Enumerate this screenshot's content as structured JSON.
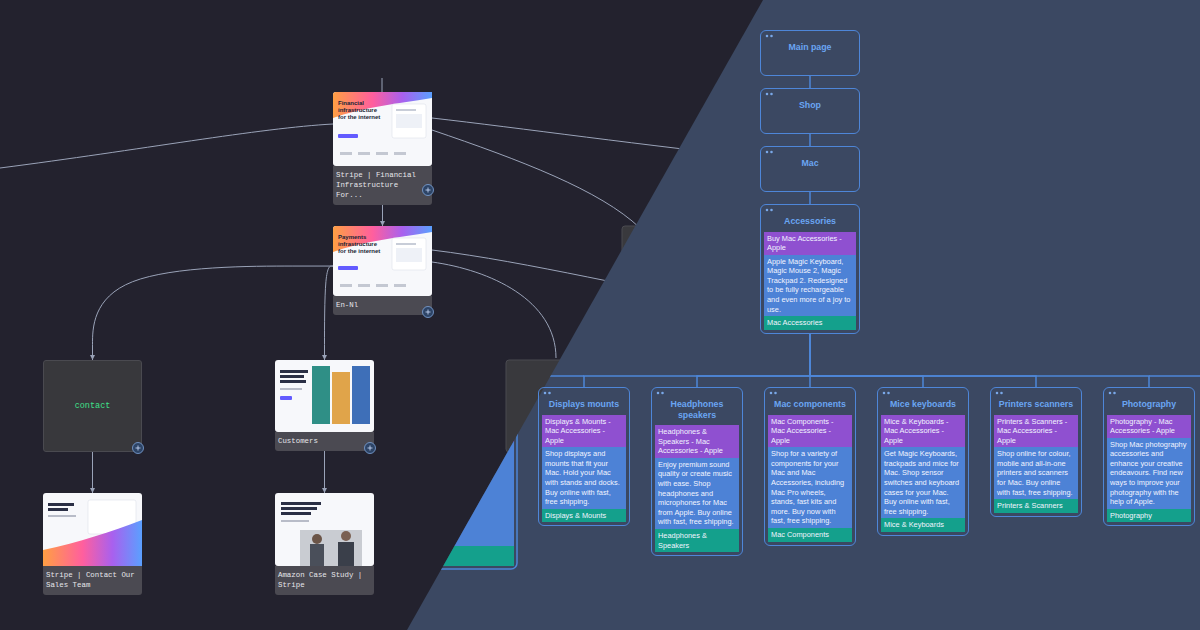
{
  "diagram": {
    "nodes": [
      {
        "text": [
          "Financial infrastructure for the internet",
          "Stripe | Financial Infrastructure For..."
        ]
      },
      {
        "text": [
          "Payments infrastructure for the internet",
          "En-Nl"
        ]
      },
      {
        "text": [
          "contact"
        ]
      },
      {
        "text": [
          "Customers"
        ]
      },
      {
        "text": [
          "Stripe | Contact Our Sales Team"
        ]
      },
      {
        "text": [
          "Amazon Case Study | Stripe"
        ]
      },
      {
        "text": [
          "Main page"
        ]
      },
      {
        "text": [
          "Shop"
        ]
      },
      {
        "text": [
          "Mac"
        ]
      },
      {
        "text": [
          "Accessories"
        ]
      },
      {
        "text": [
          "Buy Mac Accessories - Apple"
        ],
        "in": 9
      },
      {
        "text": [
          "Apple Magic Keyboard, Magic Mouse 2, Magic Trackpad 2. Redesigned to be fully rechargeable and even more of a joy to use."
        ],
        "in": 9
      },
      {
        "text": [
          "Mac Accessories"
        ],
        "in": 9
      },
      {
        "text": [
          "Displays mounts"
        ]
      },
      {
        "text": [
          "Displays & Mounts - Mac Accessories - Apple"
        ],
        "in": 13
      },
      {
        "text": [
          "Shop displays and mounts that fit your Mac. Hold your Mac with stands and docks. Buy online with fast, free shipping."
        ],
        "in": 13
      },
      {
        "text": [
          "Displays & Mounts"
        ],
        "in": 13
      },
      {
        "text": [
          "Headphones speakers"
        ]
      },
      {
        "text": [
          "Headphones & Speakers - Mac Accessories - Apple"
        ],
        "in": 17
      },
      {
        "text": [
          "Enjoy premium sound quality or create music with ease. Shop headphones and microphones for Mac from Apple. Buy online with fast, free shipping."
        ],
        "in": 17
      },
      {
        "text": [
          "Headphones & Speakers"
        ],
        "in": 17
      },
      {
        "text": [
          "Mac components"
        ]
      },
      {
        "text": [
          "Mac Components - Mac Accessories - Apple"
        ],
        "in": 21
      },
      {
        "text": [
          "Shop for a variety of components for your Mac and Mac Accessories, including Mac Pro wheels, stands, fast kits and more. Buy now with fast, free shipping."
        ],
        "in": 21
      },
      {
        "text": [
          "Mac Components"
        ],
        "in": 21
      },
      {
        "text": [
          "Mice keyboards"
        ]
      },
      {
        "text": [
          "Mice & Keyboards - Mac Accessories - Apple"
        ],
        "in": 25
      },
      {
        "text": [
          "Get Magic Keyboards, trackpads and mice for Mac. Shop sensor switches and keyboard cases for your Mac. Buy online with fast, free shipping."
        ],
        "in": 25
      },
      {
        "text": [
          "Mice & Keyboards"
        ],
        "in": 25
      },
      {
        "text": [
          "Printers scanners"
        ]
      },
      {
        "text": [
          "Printers & Scanners - Mac Accessories - Apple"
        ],
        "in": 29
      },
      {
        "text": [
          "Shop online for colour, mobile and all-in-one printers and scanners for Mac. Buy online with fast, free shipping."
        ],
        "in": 29
      },
      {
        "text": [
          "Printers & Scanners"
        ],
        "in": 29
      },
      {
        "text": [
          "Photography"
        ]
      },
      {
        "text": [
          "Photography - Mac Accessories - Apple"
        ],
        "in": 33
      },
      {
        "text": [
          "Shop Mac photography accessories and enhance your creative endeavours. Find new ways to improve your photography with the help of Apple."
        ],
        "in": 33
      },
      {
        "text": [
          "Photography"
        ],
        "in": 33
      }
    ],
    "edges": [
      {
        "from": 0,
        "to": 1,
        "arrow": "to"
      },
      {
        "from": 1,
        "to": 2,
        "arrow": "to"
      },
      {
        "from": 1,
        "to": 3,
        "arrow": "to"
      },
      {
        "from": 2,
        "to": 4,
        "arrow": "to"
      },
      {
        "from": 3,
        "to": 5,
        "arrow": "to"
      },
      {
        "from": 6,
        "to": 7,
        "arrow": "none"
      },
      {
        "from": 7,
        "to": 8,
        "arrow": "none"
      },
      {
        "from": 8,
        "to": 9,
        "arrow": "none"
      },
      {
        "from": 9,
        "to": 13,
        "arrow": "none"
      },
      {
        "from": 9,
        "to": 17,
        "arrow": "none"
      },
      {
        "from": 9,
        "to": 21,
        "arrow": "none"
      },
      {
        "from": 9,
        "to": 25,
        "arrow": "none"
      },
      {
        "from": 9,
        "to": 29,
        "arrow": "none"
      },
      {
        "from": 9,
        "to": 33,
        "arrow": "none"
      }
    ]
  }
}
